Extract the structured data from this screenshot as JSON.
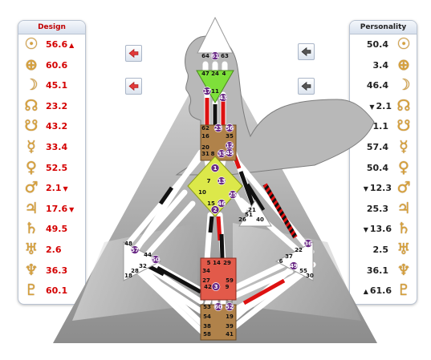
{
  "design_panel": {
    "title": "Design",
    "rows": [
      {
        "planet": "Sun",
        "icon": "sun-icon",
        "glyph": "☉",
        "value": "56.6",
        "arrow": "▲",
        "arrow_side": "after"
      },
      {
        "planet": "Earth",
        "icon": "earth-icon",
        "glyph": "⊕",
        "value": "60.6",
        "arrow": "",
        "arrow_side": ""
      },
      {
        "planet": "Moon",
        "icon": "moon-icon",
        "glyph": "☽",
        "value": "45.1",
        "arrow": "",
        "arrow_side": ""
      },
      {
        "planet": "North Node",
        "icon": "north-node-icon",
        "glyph": "☊",
        "value": "23.2",
        "arrow": "",
        "arrow_side": ""
      },
      {
        "planet": "South Node",
        "icon": "south-node-icon",
        "glyph": "☋",
        "value": "43.2",
        "arrow": "",
        "arrow_side": ""
      },
      {
        "planet": "Mercury",
        "icon": "mercury-icon",
        "glyph": "☿",
        "value": "33.4",
        "arrow": "",
        "arrow_side": ""
      },
      {
        "planet": "Venus",
        "icon": "venus-icon",
        "glyph": "♀",
        "value": "52.5",
        "arrow": "",
        "arrow_side": ""
      },
      {
        "planet": "Mars",
        "icon": "mars-icon",
        "glyph": "♂",
        "value": "2.1",
        "arrow": "▼",
        "arrow_side": "after"
      },
      {
        "planet": "Jupiter",
        "icon": "jupiter-icon",
        "glyph": "♃",
        "value": "17.6",
        "arrow": "▼",
        "arrow_side": "after"
      },
      {
        "planet": "Saturn",
        "icon": "saturn-icon",
        "glyph": "♄",
        "value": "49.5",
        "arrow": "",
        "arrow_side": ""
      },
      {
        "planet": "Uranus",
        "icon": "uranus-icon",
        "glyph": "♅",
        "value": "2.6",
        "arrow": "",
        "arrow_side": ""
      },
      {
        "planet": "Neptune",
        "icon": "neptune-icon",
        "glyph": "♆",
        "value": "36.3",
        "arrow": "",
        "arrow_side": ""
      },
      {
        "planet": "Pluto",
        "icon": "pluto-icon",
        "glyph": "♇",
        "value": "60.1",
        "arrow": "",
        "arrow_side": ""
      }
    ]
  },
  "personality_panel": {
    "title": "Personality",
    "rows": [
      {
        "planet": "Sun",
        "icon": "sun-icon",
        "glyph": "☉",
        "value": "50.4",
        "arrow": "",
        "arrow_side": ""
      },
      {
        "planet": "Earth",
        "icon": "earth-icon",
        "glyph": "⊕",
        "value": "3.4",
        "arrow": "",
        "arrow_side": ""
      },
      {
        "planet": "Moon",
        "icon": "moon-icon",
        "glyph": "☽",
        "value": "46.4",
        "arrow": "",
        "arrow_side": ""
      },
      {
        "planet": "North Node",
        "icon": "north-node-icon",
        "glyph": "☊",
        "value": "2.1",
        "arrow": "▼",
        "arrow_side": "before"
      },
      {
        "planet": "South Node",
        "icon": "south-node-icon",
        "glyph": "☋",
        "value": "1.1",
        "arrow": "",
        "arrow_side": ""
      },
      {
        "planet": "Mercury",
        "icon": "mercury-icon",
        "glyph": "☿",
        "value": "57.4",
        "arrow": "",
        "arrow_side": ""
      },
      {
        "planet": "Venus",
        "icon": "venus-icon",
        "glyph": "♀",
        "value": "50.4",
        "arrow": "",
        "arrow_side": ""
      },
      {
        "planet": "Mars",
        "icon": "mars-icon",
        "glyph": "♂",
        "value": "12.3",
        "arrow": "▼",
        "arrow_side": "before"
      },
      {
        "planet": "Jupiter",
        "icon": "jupiter-icon",
        "glyph": "♃",
        "value": "25.3",
        "arrow": "",
        "arrow_side": ""
      },
      {
        "planet": "Saturn",
        "icon": "saturn-icon",
        "glyph": "♄",
        "value": "13.6",
        "arrow": "▼",
        "arrow_side": "before"
      },
      {
        "planet": "Uranus",
        "icon": "uranus-icon",
        "glyph": "♅",
        "value": "2.5",
        "arrow": "",
        "arrow_side": ""
      },
      {
        "planet": "Neptune",
        "icon": "neptune-icon",
        "glyph": "♆",
        "value": "36.1",
        "arrow": "",
        "arrow_side": ""
      },
      {
        "planet": "Pluto",
        "icon": "pluto-icon",
        "glyph": "♇",
        "value": "61.6",
        "arrow": "▲",
        "arrow_side": "before"
      }
    ]
  },
  "nav_buttons": [
    {
      "name": "design-prev-button-1",
      "icon": "arrow-left-red-icon"
    },
    {
      "name": "design-prev-button-2",
      "icon": "arrow-left-red-icon"
    },
    {
      "name": "personality-prev-button-1",
      "icon": "arrow-left-gray-icon"
    },
    {
      "name": "personality-prev-button-2",
      "icon": "arrow-left-gray-icon"
    }
  ],
  "bodygraph": {
    "colors": {
      "head": "#ffffff",
      "ajna": "#7ee03a",
      "throat": "#b0824a",
      "g_center": "#dce84a",
      "heart": "#ffffff",
      "sacral": "#e25a4a",
      "root": "#b0824a",
      "spleen": "#ffffff",
      "solar_plexus": "#ffffff",
      "design_marker": "#6a2a86",
      "personality_line": "#111111",
      "design_line": "#dd1111",
      "background": "#9a9a9a"
    },
    "gate_labels": [
      {
        "id": "64",
        "marked": false
      },
      {
        "id": "61",
        "marked": true
      },
      {
        "id": "63",
        "marked": false
      },
      {
        "id": "47",
        "marked": false
      },
      {
        "id": "24",
        "marked": false
      },
      {
        "id": "4",
        "marked": false
      },
      {
        "id": "17",
        "marked": true
      },
      {
        "id": "11",
        "marked": false
      },
      {
        "id": "43",
        "marked": true
      },
      {
        "id": "62",
        "marked": false
      },
      {
        "id": "23",
        "marked": true
      },
      {
        "id": "56",
        "marked": true
      },
      {
        "id": "16",
        "marked": false
      },
      {
        "id": "35",
        "marked": false
      },
      {
        "id": "12",
        "marked": true
      },
      {
        "id": "20",
        "marked": false
      },
      {
        "id": "45",
        "marked": true
      },
      {
        "id": "31",
        "marked": false
      },
      {
        "id": "8",
        "marked": false
      },
      {
        "id": "33",
        "marked": true
      },
      {
        "id": "1",
        "marked": true
      },
      {
        "id": "7",
        "marked": false
      },
      {
        "id": "13",
        "marked": true
      },
      {
        "id": "10",
        "marked": false
      },
      {
        "id": "25",
        "marked": true
      },
      {
        "id": "15",
        "marked": false
      },
      {
        "id": "46",
        "marked": true
      },
      {
        "id": "2",
        "marked": true
      },
      {
        "id": "21",
        "marked": false
      },
      {
        "id": "51",
        "marked": false
      },
      {
        "id": "26",
        "marked": false
      },
      {
        "id": "40",
        "marked": false
      },
      {
        "id": "48",
        "marked": false
      },
      {
        "id": "57",
        "marked": true
      },
      {
        "id": "44",
        "marked": false
      },
      {
        "id": "50",
        "marked": true
      },
      {
        "id": "32",
        "marked": false
      },
      {
        "id": "28",
        "marked": false
      },
      {
        "id": "18",
        "marked": false
      },
      {
        "id": "36",
        "marked": true
      },
      {
        "id": "22",
        "marked": false
      },
      {
        "id": "37",
        "marked": false
      },
      {
        "id": "6",
        "marked": false
      },
      {
        "id": "49",
        "marked": true
      },
      {
        "id": "55",
        "marked": false
      },
      {
        "id": "30",
        "marked": false
      },
      {
        "id": "5",
        "marked": false
      },
      {
        "id": "14",
        "marked": false
      },
      {
        "id": "29",
        "marked": false
      },
      {
        "id": "34",
        "marked": false
      },
      {
        "id": "27",
        "marked": false
      },
      {
        "id": "59",
        "marked": false
      },
      {
        "id": "42",
        "marked": false
      },
      {
        "id": "3",
        "marked": true
      },
      {
        "id": "9",
        "marked": false
      },
      {
        "id": "53",
        "marked": false
      },
      {
        "id": "60",
        "marked": true
      },
      {
        "id": "52",
        "marked": true
      },
      {
        "id": "54",
        "marked": false
      },
      {
        "id": "19",
        "marked": false
      },
      {
        "id": "38",
        "marked": false
      },
      {
        "id": "39",
        "marked": false
      },
      {
        "id": "58",
        "marked": false
      },
      {
        "id": "41",
        "marked": false
      }
    ]
  }
}
